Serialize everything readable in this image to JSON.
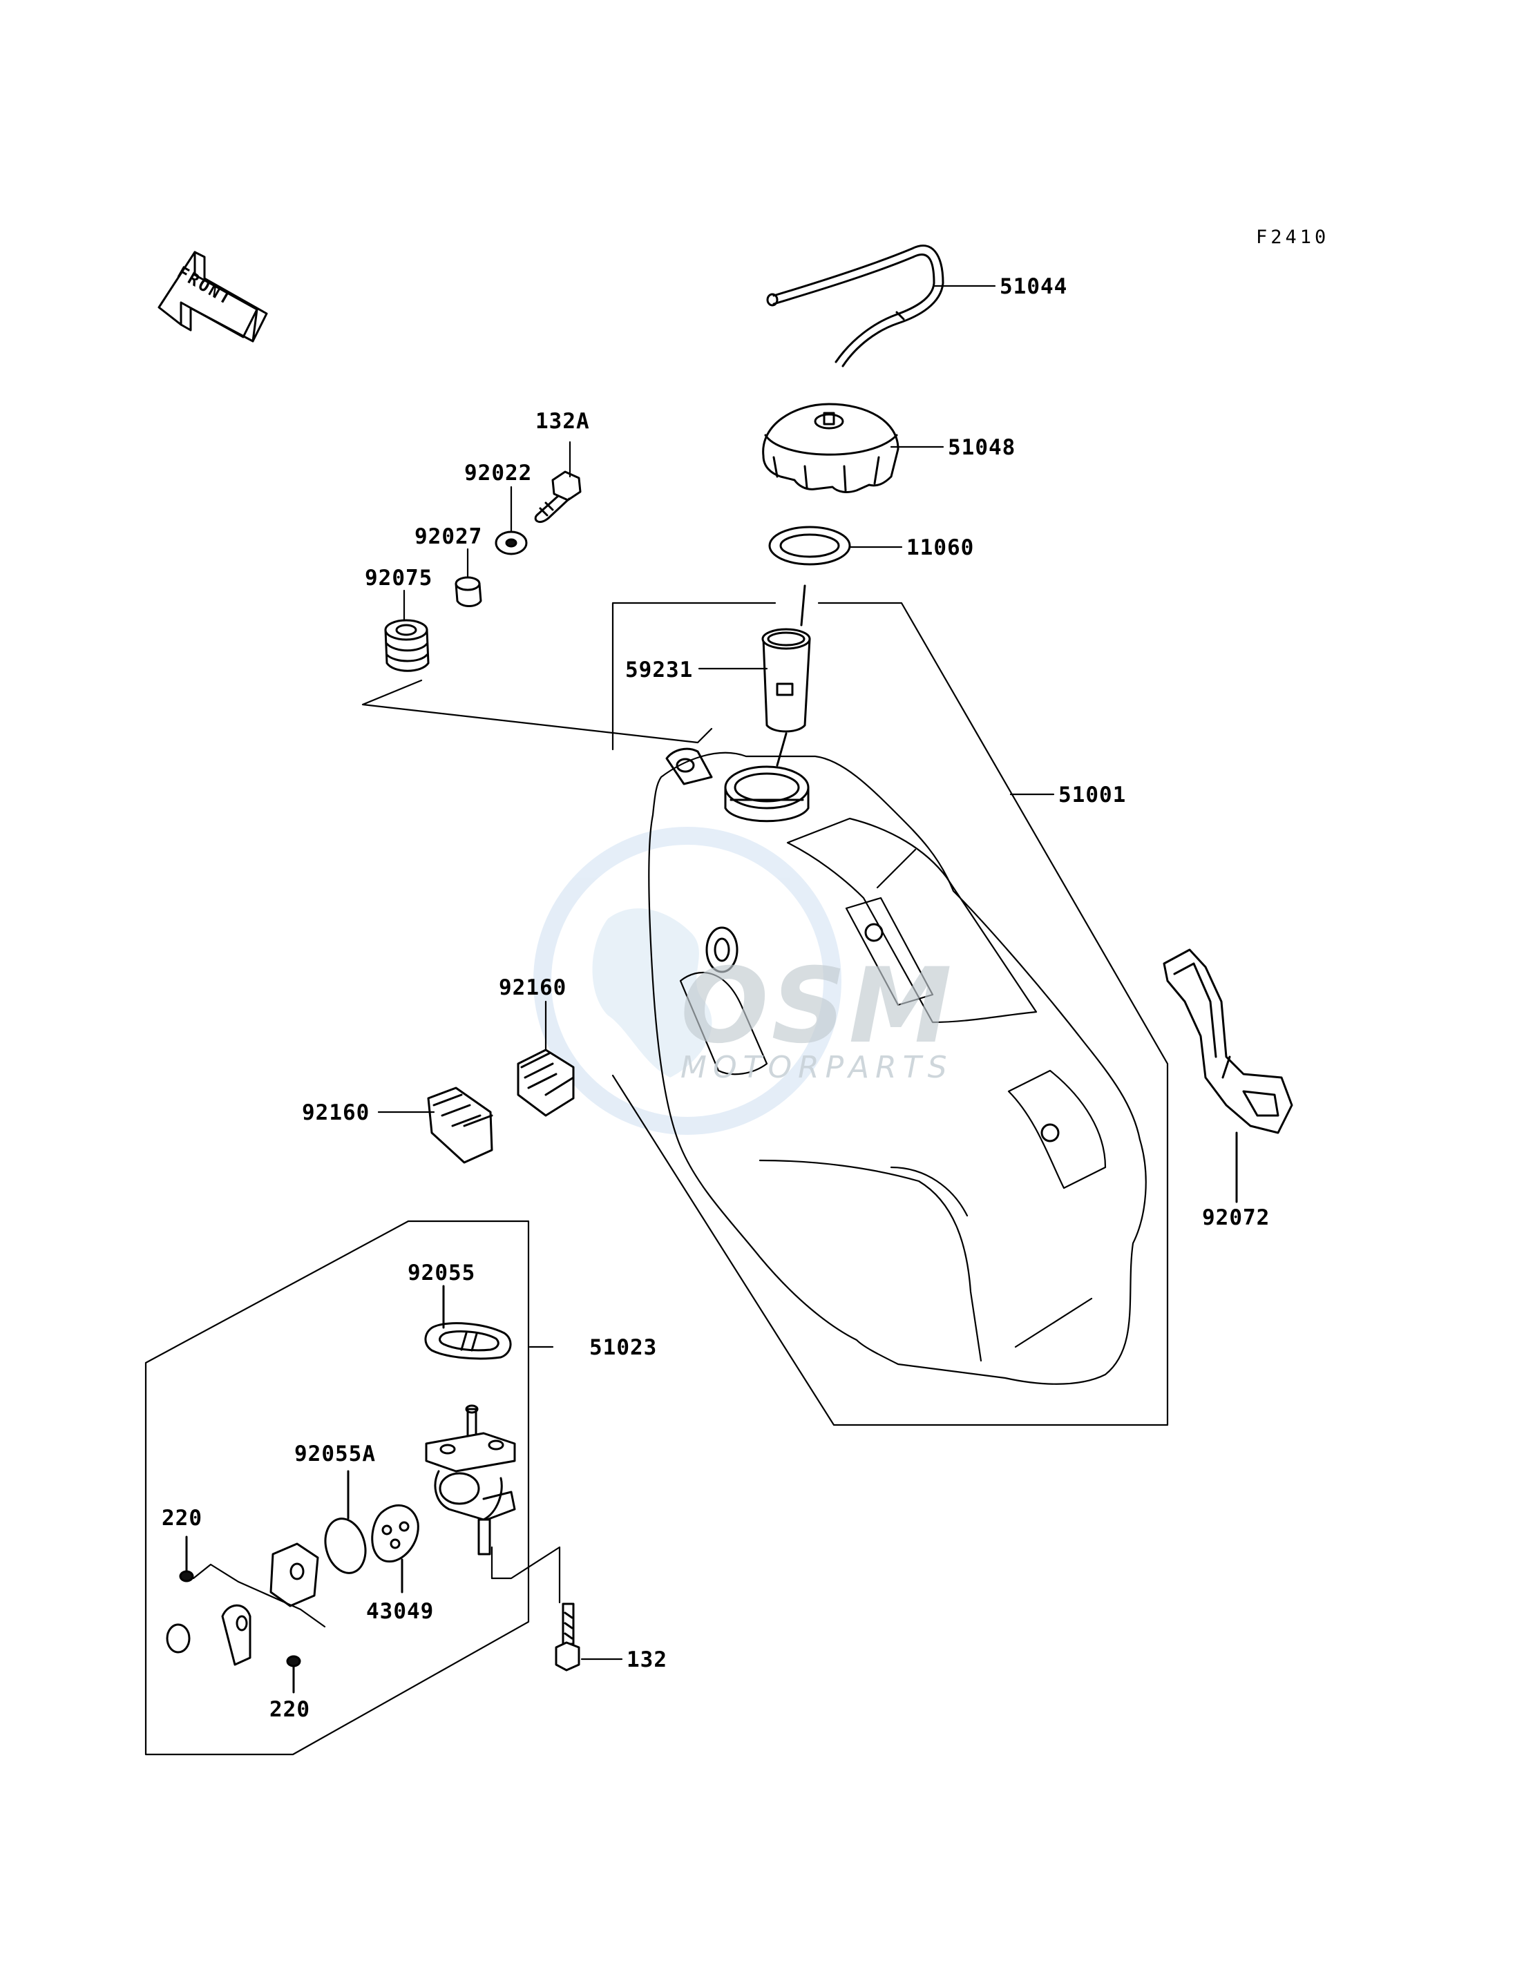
{
  "figure_code": "F2410",
  "front_label": "FRONT",
  "watermark": {
    "logo": "OSM",
    "tagline": "MOTORPARTS",
    "colors": {
      "globe": "#cfe0f2",
      "logo": "#c2cbd1"
    }
  },
  "parts": {
    "p51044": "51044",
    "p51048": "51048",
    "p11060": "11060",
    "p59231": "59231",
    "p51001": "51001",
    "p132A": "132A",
    "p92022": "92022",
    "p92027": "92027",
    "p92075": "92075",
    "p92160a": "92160",
    "p92160b": "92160",
    "p92072": "92072",
    "p92055": "92055",
    "p51023": "51023",
    "p92055A": "92055A",
    "p220a": "220",
    "p220b": "220",
    "p43049": "43049",
    "p132": "132"
  }
}
